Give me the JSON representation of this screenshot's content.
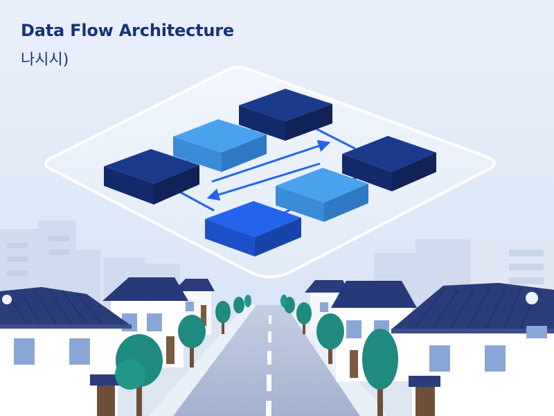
{
  "header": {
    "title": "Data Flow Architecture",
    "subtitle": "나시시)"
  },
  "colors": {
    "sky_top": "#e9f0fa",
    "sky_bottom": "#d3e0f3",
    "title": "#17327a",
    "node_dark": "#1c3a8c",
    "node_light": "#4aa2ee",
    "node_bright": "#2563eb",
    "roof": "#2a3d7a",
    "wall": "#ffffff",
    "tree": "#1f8a7e",
    "road": "#a6b4cf",
    "arrow": "#2563eb"
  },
  "diagram": {
    "nodes": [
      {
        "id": "top-node",
        "tone": "dark"
      },
      {
        "id": "upper-left-node",
        "tone": "light"
      },
      {
        "id": "left-node",
        "tone": "dark"
      },
      {
        "id": "right-node",
        "tone": "dark"
      },
      {
        "id": "center-right-node",
        "tone": "light"
      },
      {
        "id": "bottom-node",
        "tone": "bright"
      }
    ],
    "arrows": [
      {
        "id": "arrow-to-right",
        "direction": "up-right"
      },
      {
        "id": "arrow-to-left",
        "direction": "down-left"
      }
    ]
  }
}
